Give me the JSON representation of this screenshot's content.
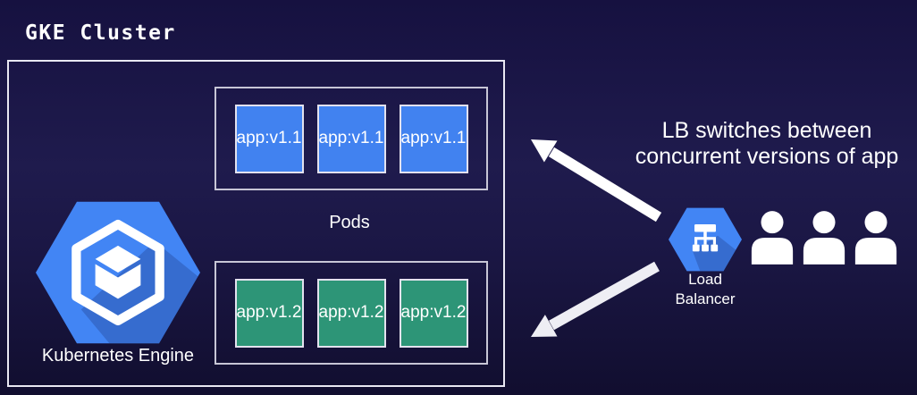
{
  "title": "GKE Cluster",
  "cluster": {
    "engine": {
      "label": "Kubernetes Engine",
      "icon": "gke-hexagon-icon"
    },
    "pods_label": "Pods",
    "pod_groups": [
      {
        "version": "v1.1",
        "color": "#4182f0",
        "pods": [
          "app:v1.1",
          "app:v1.1",
          "app:v1.1"
        ]
      },
      {
        "version": "v1.2",
        "color": "#2d9577",
        "pods": [
          "app:v1.2",
          "app:v1.2",
          "app:v1.2"
        ]
      }
    ]
  },
  "load_balancer": {
    "label": "Load Balancer",
    "icon": "load-balancer-icon"
  },
  "users": {
    "count": 3,
    "icon": "user-icon"
  },
  "annotation": {
    "line1": "LB switches between",
    "line2": "concurrent versions of app"
  },
  "colors": {
    "background_top": "#161140",
    "background_mid": "#1f1b4d",
    "background_bottom": "#110e2f",
    "cluster_border": "#e9e8f2",
    "group_border": "#c7c6d6",
    "pod_border": "#e3e2ee",
    "pod_blue": "#4182f0",
    "pod_teal": "#2d9577",
    "hexagon_blue": "#4285f4",
    "arrow_white": "#ffffff",
    "text": "#ffffff"
  }
}
